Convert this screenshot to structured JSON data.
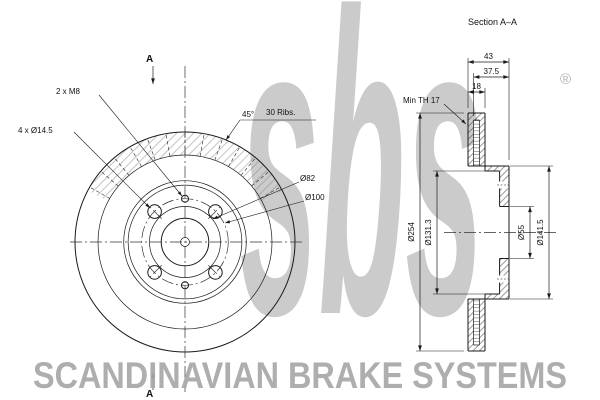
{
  "section_title": "Section A–A",
  "watermark": {
    "logo": "sbs",
    "registered": "®"
  },
  "footer": "SCANDINAVIAN BRAKE SYSTEMS",
  "front_view": {
    "section_marker_top": "A",
    "section_marker_bottom": "A",
    "label_m8": "2 x M8",
    "label_bolt_holes": "4 x Ø14.5",
    "label_angle": "45°",
    "label_ribs": "30 Ribs.",
    "label_d82": "Ø82",
    "label_d100": "Ø100"
  },
  "section_view": {
    "dim_total_width": "43",
    "dim_width_37_5": "37.5",
    "dim_pad_width": "18",
    "min_thickness": "Min TH 17",
    "dim_outer_dia": "Ø254",
    "dim_hat_inner_dia": "Ø131.3",
    "dim_bore_dia": "Ø55",
    "dim_hat_outer_dia": "Ø141.5"
  },
  "colors": {
    "line": "#1a1a1a",
    "watermark": "#cbcbcb",
    "footer": "#a8a8a8",
    "background": "#ffffff"
  }
}
